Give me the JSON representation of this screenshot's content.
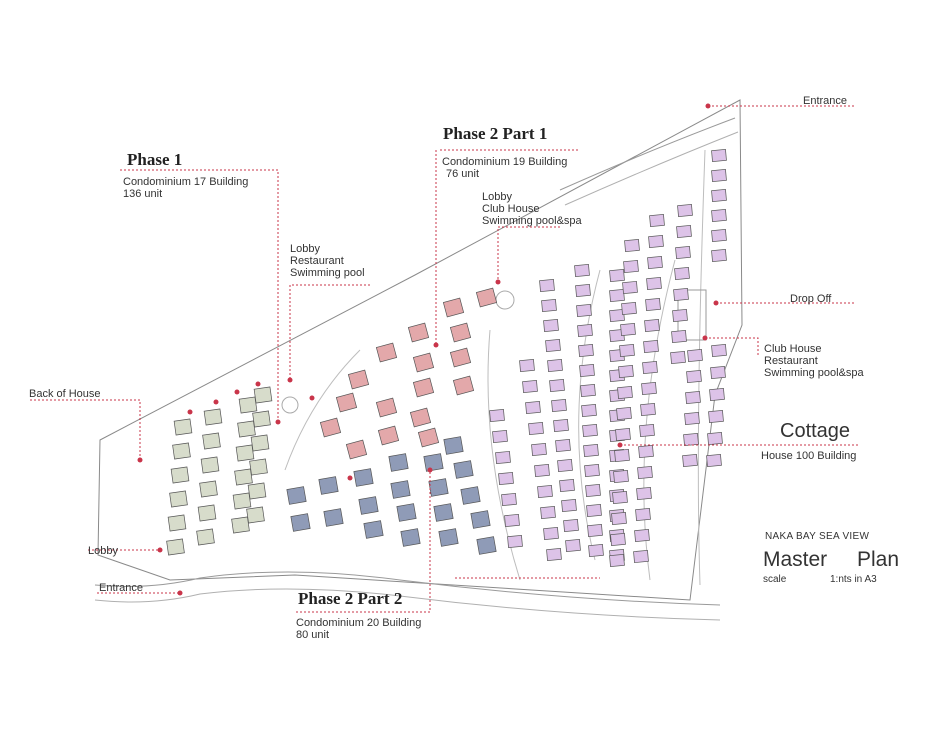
{
  "title": {
    "project": "NAKA BAY SEA VIEW",
    "plan_word1": "Master",
    "plan_word2": "Plan",
    "scale_label": "scale",
    "scale_value": "1:nts in A3"
  },
  "phases": {
    "phase1": {
      "name": "Phase 1",
      "line1": "Condominium 17 Building",
      "line2": "136 unit"
    },
    "phase2part1": {
      "name": "Phase 2 Part 1",
      "line1": "Condominium 19 Building",
      "line2": "76 unit"
    },
    "phase2part2": {
      "name": "Phase 2 Part 2",
      "line1": "Condominium 20 Building",
      "line2": "80 unit"
    },
    "cottage": {
      "name": "Cottage",
      "line1": "House 100 Building"
    }
  },
  "callouts": {
    "lobby_restaurant_pool": [
      "Lobby",
      "Restaurant",
      "Swimming pool"
    ],
    "lobby_clubhouse_pool": [
      "Lobby",
      "Club House",
      "Swimming pool&spa"
    ],
    "clubhouse_restaurant_pool": [
      "Club House",
      "Restaurant",
      "Swimming pool&spa"
    ],
    "entrance_top": "Entrance",
    "drop_off": "Drop Off",
    "back_of_house": "Back of House",
    "lobby_left": "Lobby",
    "entrance_bottom": "Entrance"
  },
  "colors": {
    "phase1": "#d7dccb",
    "phase2part1": "#e3a8aa",
    "phase2part2": "#8f9bb7",
    "cottage": "#ddc3e8",
    "leader": "#c9354a",
    "outline": "#8a8a8a"
  }
}
